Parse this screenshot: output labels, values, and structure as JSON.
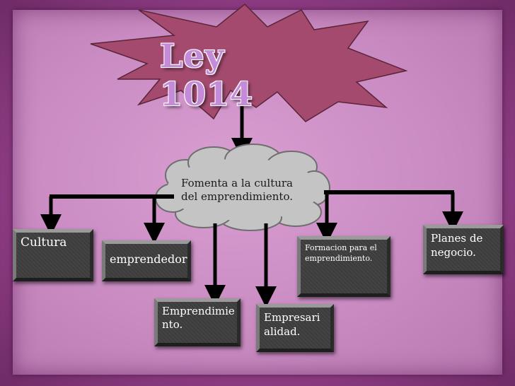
{
  "title": "Ley 1014",
  "center_node": "Fomenta a la cultura del emprendimiento.",
  "nodes": {
    "cultura": "Cultura",
    "emprendedor": "emprendedor",
    "emprendimiento": "Emprendimiento.",
    "empresarialidad": "Empresarialidad.",
    "formacion": "Formacion para el emprendimiento.",
    "planes": "Planes de negocio."
  },
  "colors": {
    "background": "#8e3f86",
    "panel": "#d99ed2",
    "star": "#a34a6e",
    "cloud": "#c4c4c4",
    "box": "#3e3e3e",
    "box_text": "#ffffff",
    "title": "#c58bd8"
  }
}
